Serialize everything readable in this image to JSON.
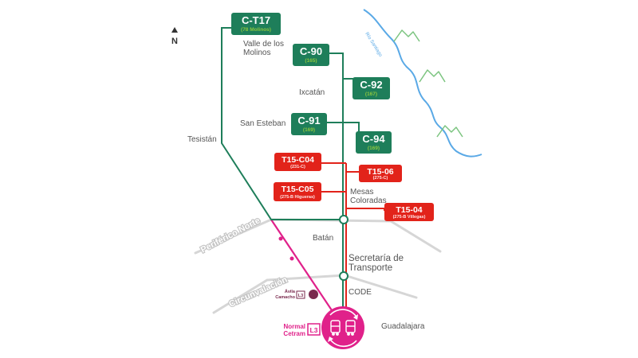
{
  "north_label": "N",
  "routes_green": [
    {
      "code": "C-T17",
      "sub": "(78 Molinos)"
    },
    {
      "code": "C-90",
      "sub": "(165)"
    },
    {
      "code": "C-92",
      "sub": "(167)"
    },
    {
      "code": "C-91",
      "sub": "(169)"
    },
    {
      "code": "C-94",
      "sub": "(169)"
    }
  ],
  "routes_red": [
    {
      "code": "T15-C04",
      "sub": "(231-C)"
    },
    {
      "code": "T15-06",
      "sub": "(275-C)"
    },
    {
      "code": "T15-C05",
      "sub": "(275-B Higueras)"
    },
    {
      "code": "T15-04",
      "sub": "(275-B Villegas)"
    }
  ],
  "places": {
    "valle_line1": "Valle de los",
    "valle_line2": "Molinos",
    "ixcatan": "Ixcatán",
    "san_esteban": "San Esteban",
    "tesistan": "Tesistán",
    "mesas_line1": "Mesas",
    "mesas_line2": "Coloradas",
    "batan": "Batán",
    "secretaria_line1": "Secretaría de",
    "secretaria_line2": "Transporte",
    "code": "CODE",
    "guadalajara": "Guadalajara"
  },
  "roads": {
    "periferico": "Periférico Norte",
    "circunvalacion": "Circunvalación"
  },
  "river": "Río Santiago",
  "stations": {
    "avila_line1": "Ávila",
    "avila_line2": "Camacho",
    "avila_line_badge": "L3",
    "normal_line1": "Normal",
    "normal_line2": "Cetram",
    "normal_badge": "L3"
  },
  "colors": {
    "green": "#1e7e5a",
    "green_label": "#8cc63f",
    "red": "#e2231a",
    "magenta": "#e0218a",
    "road_gray": "#d6d6d6",
    "river_blue": "#5aa9e6",
    "mountain_green": "#7bc47f"
  }
}
